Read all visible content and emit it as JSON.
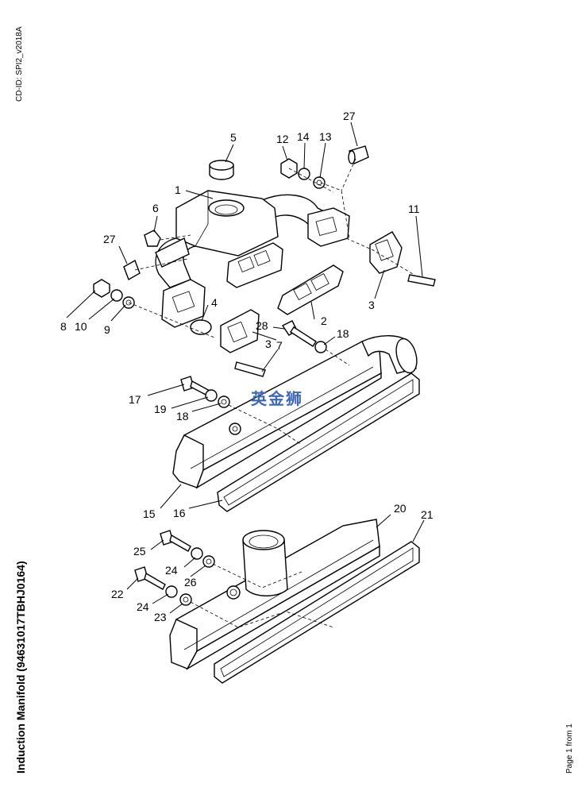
{
  "header": {
    "cd_id": "CD-ID: SPI2_v2018A"
  },
  "title": "Induction Manifold (94631017TBHJ0164)",
  "footer": {
    "page_info": "Page 1 from 1"
  },
  "watermark": "英金狮",
  "callouts": [
    "1",
    "2",
    "3",
    "3",
    "4",
    "5",
    "6",
    "7",
    "8",
    "9",
    "10",
    "11",
    "12",
    "13",
    "14",
    "15",
    "16",
    "17",
    "18",
    "18",
    "19",
    "20",
    "21",
    "22",
    "23",
    "24",
    "24",
    "25",
    "26",
    "27",
    "27",
    "28"
  ]
}
